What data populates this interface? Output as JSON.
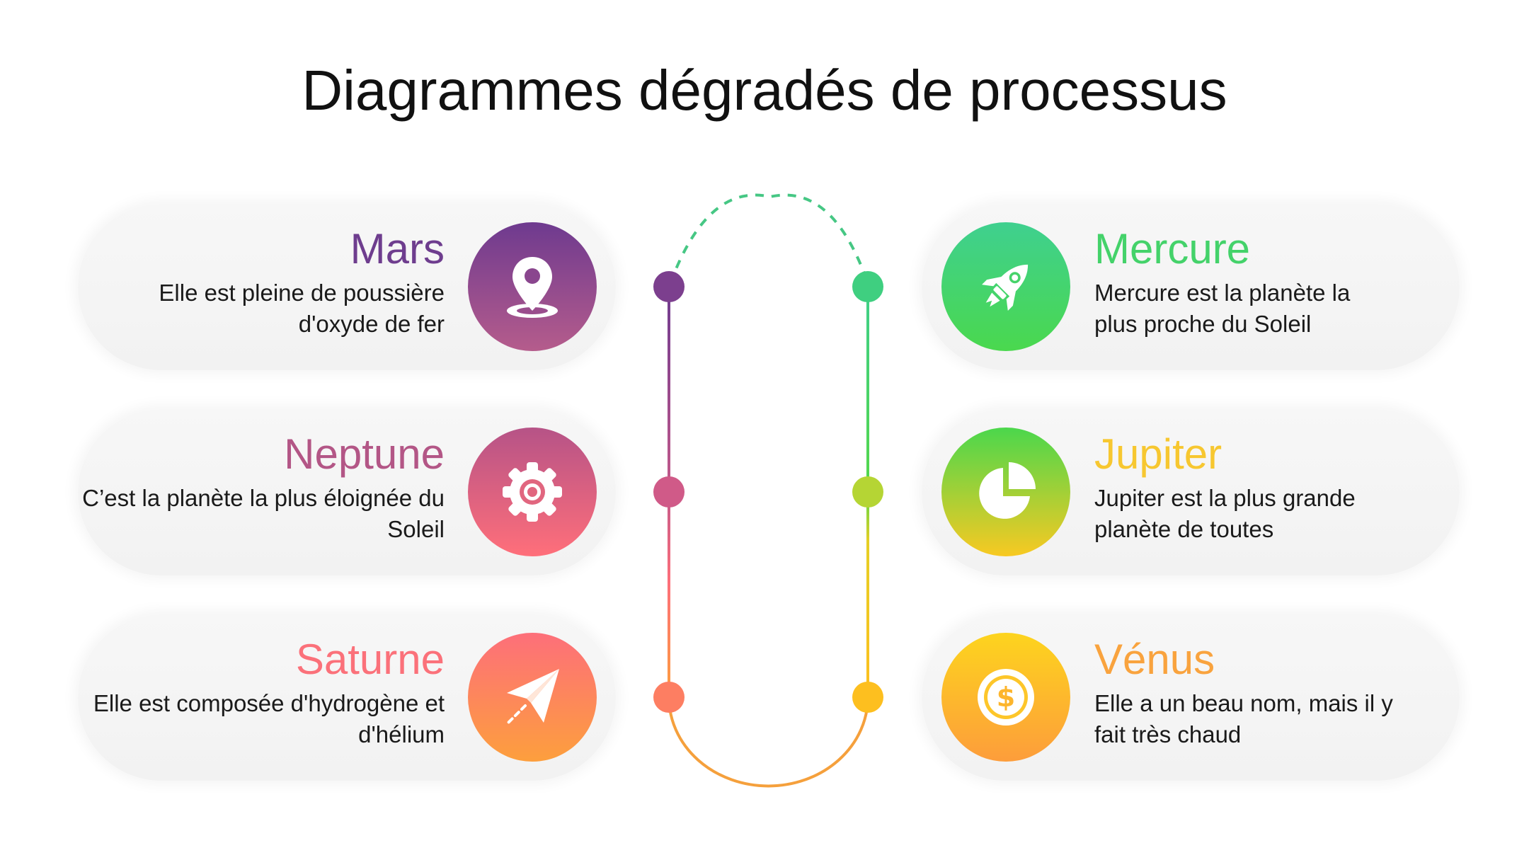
{
  "title": "Diagrammes dégradés de processus",
  "left": [
    {
      "title": "Mars",
      "desc": "Elle est pleine de poussière d'oxyde de fer",
      "icon": "location-pin-icon",
      "color": "#6e3d8e",
      "grad": [
        "#6e3a8f",
        "#b55c8c"
      ]
    },
    {
      "title": "Neptune",
      "desc": "C’est la planète la plus éloignée du Soleil",
      "icon": "gear-icon",
      "color": "#b35686",
      "grad": [
        "#b65387",
        "#ff6f7a"
      ]
    },
    {
      "title": "Saturne",
      "desc": "Elle est composée d'hydrogène et d'hélium",
      "icon": "paper-plane-icon",
      "color": "#fb717a",
      "grad": [
        "#fd6f7a",
        "#fd9f3d"
      ]
    }
  ],
  "right": [
    {
      "title": "Mercure",
      "desc": "Mercure est la planète la plus proche du Soleil",
      "icon": "rocket-icon",
      "color": "#44d26a",
      "grad": [
        "#3fd08f",
        "#4ad84e"
      ]
    },
    {
      "title": "Jupiter",
      "desc": "Jupiter est la plus grande planète de toutes",
      "icon": "pie-chart-icon",
      "color": "#f7c730",
      "grad": [
        "#4bd74c",
        "#f8c922"
      ]
    },
    {
      "title": "Vénus",
      "desc": "Elle a un beau nom, mais il y fait très chaud",
      "icon": "dollar-coin-icon",
      "color": "#f9a33e",
      "grad": [
        "#fdd41e",
        "#fd9d3b"
      ]
    }
  ],
  "connector_colors": {
    "top_dash": "#46c784",
    "left_top": "#6e3a8f",
    "left_mid": "#b65387",
    "left_bottom": "#fd9f3d",
    "right_top": "#3fcf8a",
    "right_mid": "#b8d633",
    "right_bottom": "#fdbf1f",
    "bottom_arc": "#f5a03c"
  }
}
